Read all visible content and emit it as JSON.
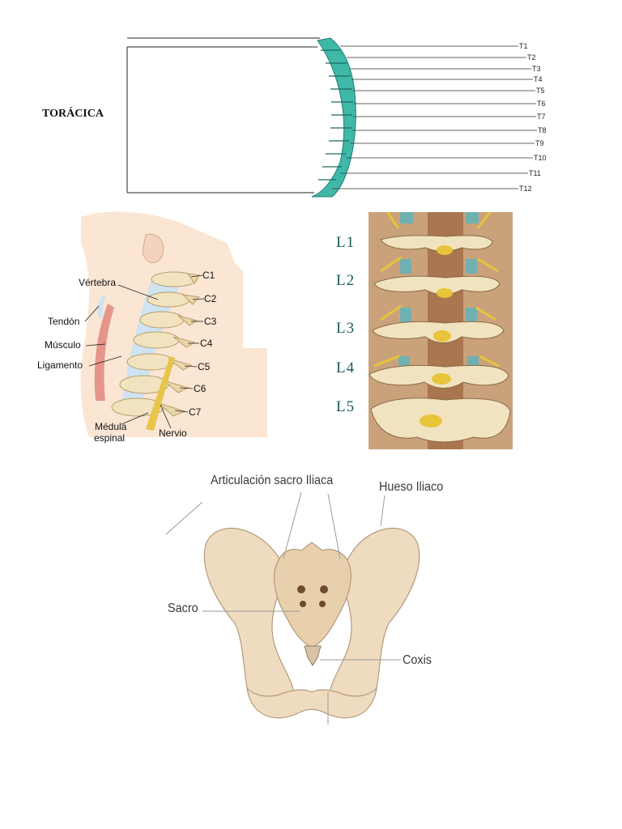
{
  "thoracic": {
    "title": "TORÁCICA",
    "labels": [
      "T1",
      "T2",
      "T3",
      "T4",
      "T5",
      "T6",
      "T7",
      "T8",
      "T9",
      "T10",
      "T11",
      "T12"
    ]
  },
  "cervical": {
    "vertebrae": [
      "C1",
      "C2",
      "C3",
      "C4",
      "C5",
      "C6",
      "C7"
    ],
    "vertebra": "Vértebra",
    "tendon": "Tendón",
    "muscle": "Músculo",
    "ligament": "Ligamento",
    "spinal_cord_line1": "Médula",
    "spinal_cord_line2": "espinal",
    "nerve": "Nervio"
  },
  "lumbar": {
    "labels": [
      "L1",
      "L2",
      "L3",
      "L4",
      "L5"
    ]
  },
  "pelvis": {
    "sacroiliac_joint": "Articulación sacro Iliaca",
    "iliac_bone": "Hueso Iliaco",
    "sacrum": "Sacro",
    "coccyx": "Coxis"
  },
  "colors": {
    "thoracic_bone": "#3fb8a8",
    "bone": "#f1e3bf",
    "lumbar_bg": "#c9a27c",
    "disc": "#6fb0b0",
    "nerve": "#e7c43a"
  }
}
